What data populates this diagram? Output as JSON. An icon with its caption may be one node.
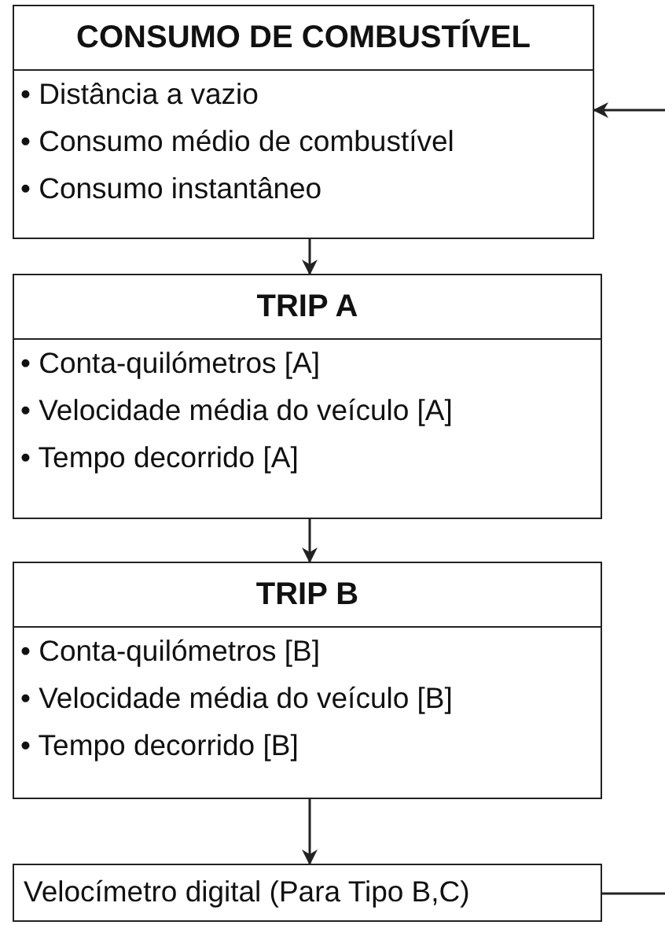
{
  "diagram": {
    "nodes": [
      {
        "text": [
          "CONSUMO DE COMBUSTÍVEL",
          "• Distância a vazio",
          "• Consumo médio de combustível",
          "• Consumo instantâneo"
        ]
      },
      {
        "text": [
          "TRIP A",
          "• Conta-quilómetros [A]",
          "• Velocidade média do veículo [A]",
          "• Tempo decorrido [A]"
        ]
      },
      {
        "text": [
          "TRIP B",
          "• Conta-quilómetros [B]",
          "• Velocidade média do veículo [B]",
          "• Tempo decorrido [B]"
        ]
      },
      {
        "text": [
          "Velocímetro digital (Para Tipo B,C)"
        ]
      }
    ],
    "edges": [
      {
        "from": 0,
        "to": 1,
        "arrow": "to"
      },
      {
        "from": 1,
        "to": 2,
        "arrow": "to"
      },
      {
        "from": 2,
        "to": 3,
        "arrow": "to"
      },
      {
        "from": 3,
        "to": null,
        "arrow": "none"
      },
      {
        "from": null,
        "to": 0,
        "arrow": "to"
      }
    ]
  }
}
